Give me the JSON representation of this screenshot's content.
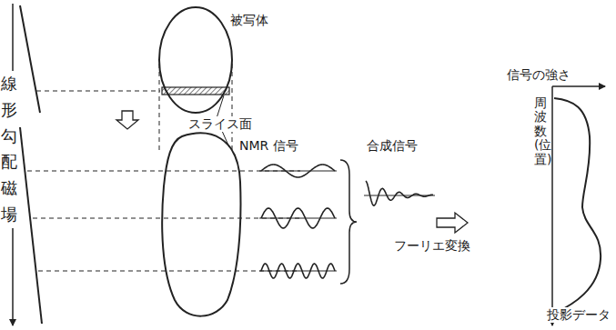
{
  "diagram": {
    "labels": [
      "被写体",
      "スライス面",
      "線形勾配磁場",
      "NMR 信号",
      "合成信号",
      "フーリエ変換",
      "信号の強さ",
      "周波数(位置)",
      "投影データ"
    ]
  }
}
